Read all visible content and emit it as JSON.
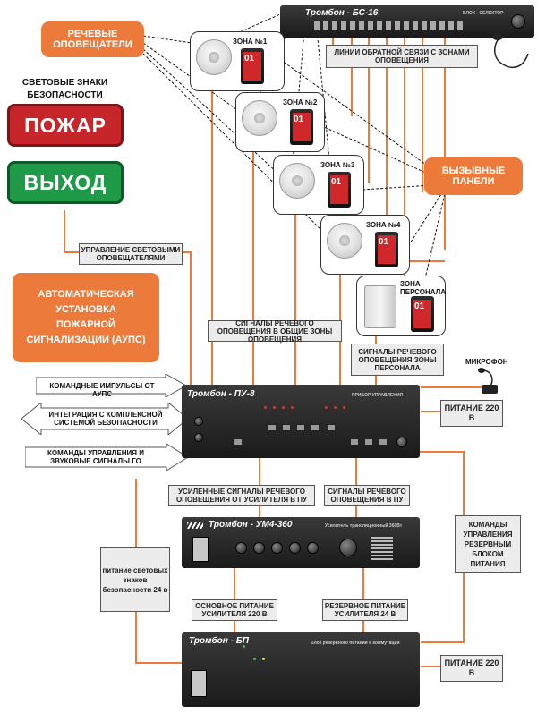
{
  "colors": {
    "orange": "#ec7a3b",
    "wire": "#ec7a3b",
    "fire_red": "#c6252a",
    "exit_green": "#1f9a48",
    "device": "#1f1f1f"
  },
  "safety_signs": {
    "title": "СВЕТОВЫЕ ЗНАКИ БЕЗОПАСНОСТИ",
    "fire": "ПОЖАР",
    "exit": "ВЫХОД"
  },
  "labels": {
    "speakers": "РЕЧЕВЫЕ ОПОВЕЩАТЕЛИ",
    "call_panels": "ВЫЗЫВНЫЕ ПАНЕЛИ",
    "aups": "АВТОМАТИЧЕСКАЯ УСТАНОВКА ПОЖАРНОЙ СИГНАЛИЗАЦИИ (АУПС)",
    "feedback_lines": "ЛИНИИ ОБРАТНОЙ СВЯЗИ С ЗОНАМИ ОПОВЕЩЕНИЯ",
    "light_control": "УПРАВЛЕНИЕ СВЕТОВЫМИ ОПОВЕЩАТЕЛЯМИ",
    "common_zones": "СИГНАЛЫ РЕЧЕВОГО ОПОВЕЩЕНИЯ В ОБЩИЕ ЗОНЫ ОПОВЕЩЕНИЯ",
    "staff_zone_signals": "СИГНАЛЫ РЕЧЕВОГО ОПОВЕЩЕНИЯ ЗОНЫ ПЕРСОНАЛА",
    "microphone": "МИКРОФОН",
    "cmd_pulses": "КОМАНДНЫЕ ИМПУЛЬСЫ ОТ АУПС",
    "integration": "ИНТЕГРАЦИЯ С КОМПЛЕКСНОЙ СИСТЕМОЙ БЕЗОПАСНОСТИ",
    "go_commands": "КОМАНДЫ УПРАВЛЕНИЯ И ЗВУКОВЫЕ СИГНАЛЫ ГО",
    "power_top": "ПИТАНИЕ 220 В",
    "amplified": "УСИЛЕННЫЕ СИГНАЛЫ РЕЧЕВОГО ОПОВЕЩЕНИЯ ОТ УСИЛИТЕЛЯ В ПУ",
    "voice_signals": "СИГНАЛЫ РЕЧЕВОГО ОПОВЕЩЕНИЯ В ПУ",
    "backup_cmd": "КОМАНДЫ УПРАВЛЕНИЯ РЕЗЕРВНЫМ БЛОКОМ ПИТАНИЯ",
    "sign_power": "питание световых знаков безопасности 24 в",
    "main_power": "ОСНОВНОЕ ПИТАНИЕ УСИЛИТЕЛЯ 220 В",
    "reserve_power": "РЕЗЕРВНОЕ ПИТАНИЕ УСИЛИТЕЛЯ 24 В",
    "power_bottom": "ПИТАНИЕ 220 В"
  },
  "zones": [
    {
      "name": "ЗОНА №1",
      "panel_num": "01"
    },
    {
      "name": "ЗОНА №2",
      "panel_num": "01"
    },
    {
      "name": "ЗОНА №3",
      "panel_num": "01"
    },
    {
      "name": "ЗОНА №4",
      "panel_num": "01"
    },
    {
      "name": "ЗОНА ПЕРСОНАЛА",
      "panel_num": "01"
    }
  ],
  "devices": {
    "bs": {
      "title": "Тромбон - БС-16",
      "subtitle": "БЛОК - СЕЛЕКТОР"
    },
    "pu": {
      "title": "Тромбон - ПУ-8",
      "subtitle": "ПРИБОР УПРАВЛЕНИЯ"
    },
    "um": {
      "title": "Тромбон - УМ4-360",
      "subtitle": "Усилитель трансляционный 360Вт"
    },
    "bp": {
      "title": "Тромбон - БП",
      "subtitle": "Блок резервного питания и коммутации"
    }
  }
}
